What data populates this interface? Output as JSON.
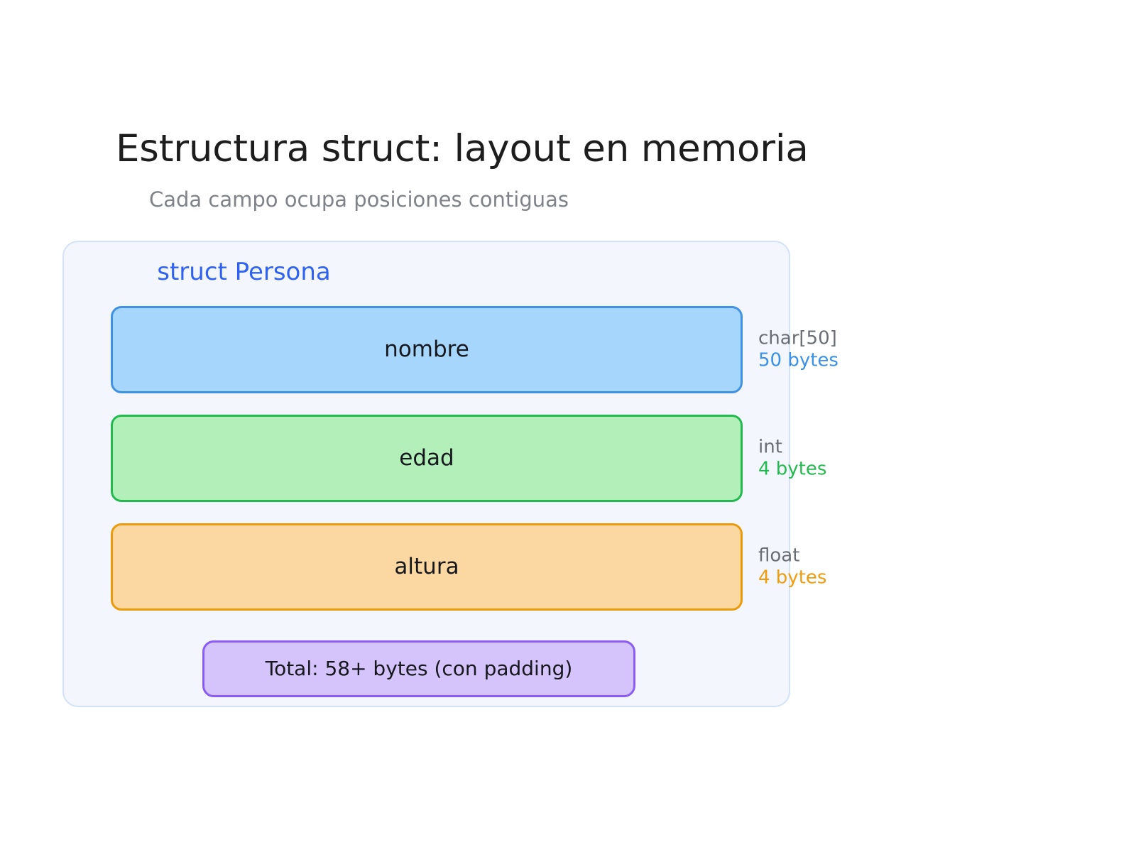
{
  "slide": {
    "title": "Estructura struct: layout en memoria",
    "subtitle": "Cada campo ocupa posiciones contiguas"
  },
  "struct_card": {
    "name": "struct Persona",
    "fields": [
      {
        "name": "nombre",
        "type": "char[50]",
        "size": "50 bytes",
        "fill": "#a6d6fc",
        "border": "#4191e2",
        "size_color": "#3b91e6"
      },
      {
        "name": "edad",
        "type": "int",
        "size": "4 bytes",
        "fill": "#b3f0b9",
        "border": "#22ba4e",
        "size_color": "#22ba4e"
      },
      {
        "name": "altura",
        "type": "float",
        "size": "4 bytes",
        "fill": "#fbd7a2",
        "border": "#eb9a0c",
        "size_color": "#ef9c0e"
      }
    ],
    "total": {
      "label": "Total: 58+ bytes (con padding)",
      "fill": "#d5c3fb",
      "border": "#8a5cf5"
    },
    "card_bg": "#f3f7fd",
    "card_border": "#d3e2f8",
    "name_color": "#2f62f0"
  }
}
